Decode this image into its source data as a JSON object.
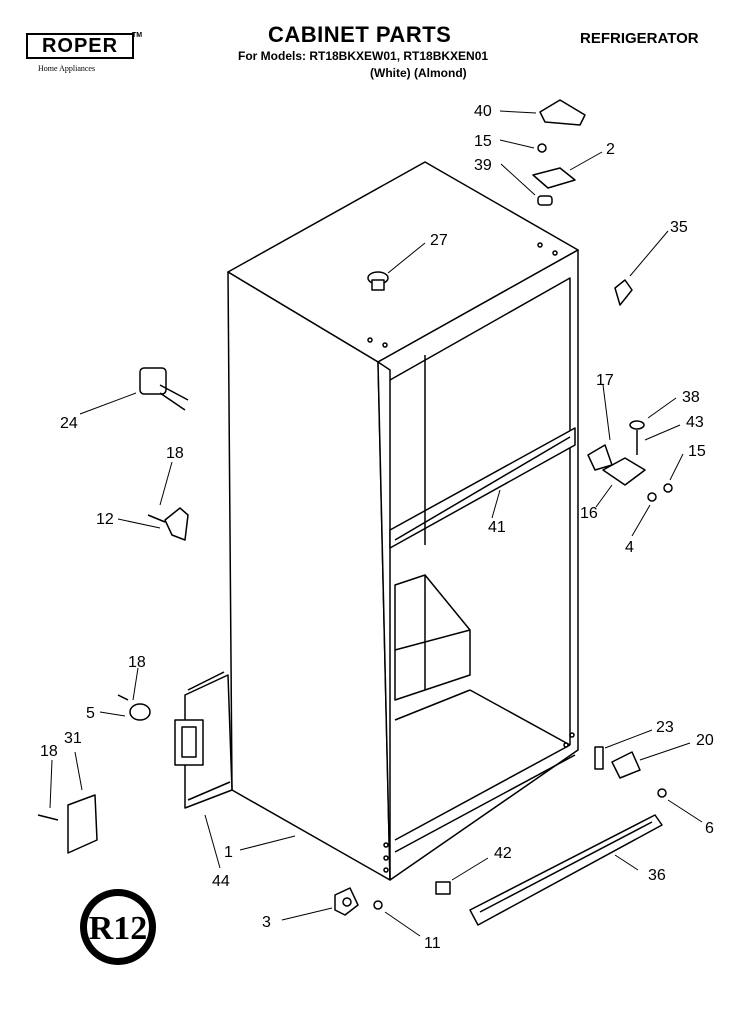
{
  "header": {
    "brand": "ROPER",
    "brand_tm": "TM",
    "brand_subtitle": "Home Appliances",
    "title": "CABINET PARTS",
    "models_line": "For Models: RT18BKXEW01, RT18BKXEN01",
    "variants_line": "(White)   (Almond)",
    "product": "REFRIGERATOR"
  },
  "badge": {
    "text": "R12"
  },
  "callouts": [
    "40",
    "15",
    "2",
    "39",
    "35",
    "27",
    "24",
    "18",
    "12",
    "17",
    "38",
    "43",
    "15",
    "41",
    "16",
    "4",
    "18",
    "5",
    "31",
    "18",
    "23",
    "20",
    "6",
    "1",
    "44",
    "42",
    "36",
    "3",
    "11"
  ]
}
